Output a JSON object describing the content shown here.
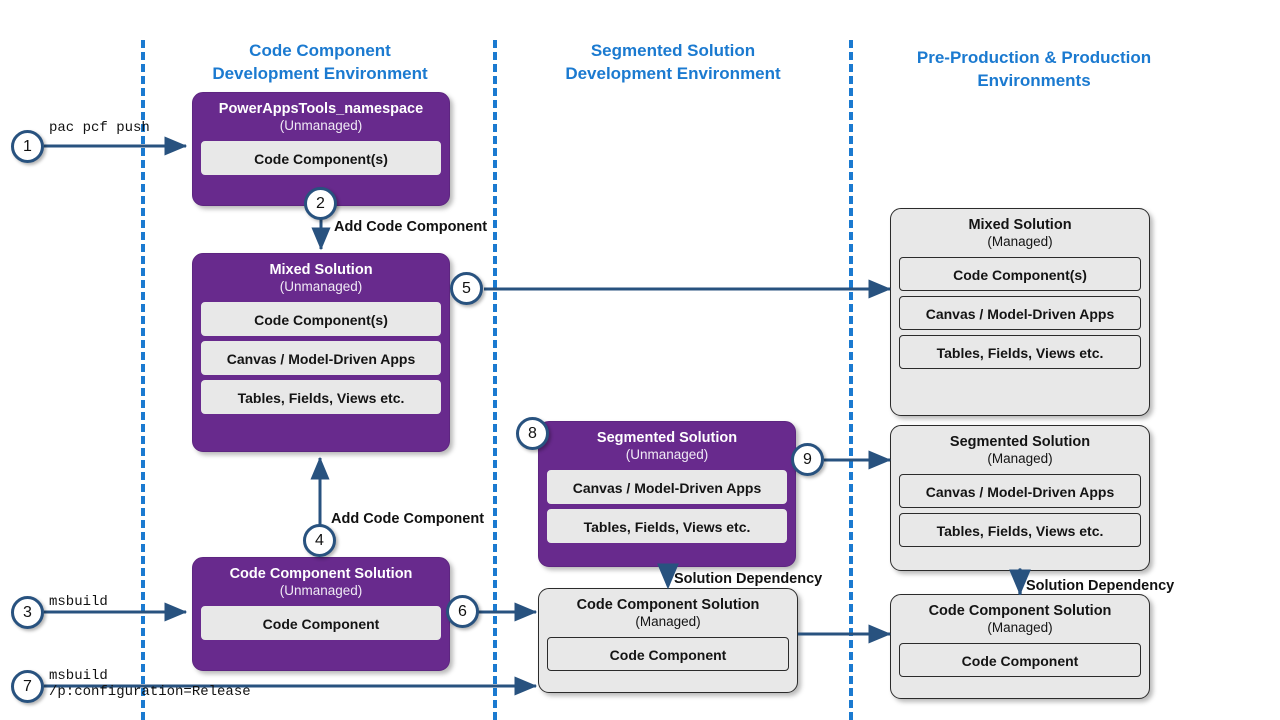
{
  "lanes": [
    {
      "id": "code-component-dev",
      "title_line1": "Code Component",
      "title_line2": "Development Environment"
    },
    {
      "id": "segmented-solution-dev",
      "title_line1": "Segmented Solution",
      "title_line2": "Development Environment"
    },
    {
      "id": "preprod-prod",
      "title_line1": "Pre-Production & Production",
      "title_line2": "Environments"
    }
  ],
  "boxes": {
    "powerappstools": {
      "title": "PowerAppsTools_namespace",
      "subtitle": "(Unmanaged)",
      "items": [
        "Code Component(s)"
      ]
    },
    "mixed_unmanaged": {
      "title": "Mixed Solution",
      "subtitle": "(Unmanaged)",
      "items": [
        "Code Component(s)",
        "Canvas / Model-Driven Apps",
        "Tables, Fields, Views etc."
      ]
    },
    "code_component_solution_unmanaged": {
      "title": "Code Component Solution",
      "subtitle": "(Unmanaged)",
      "items": [
        "Code Component"
      ]
    },
    "segmented_unmanaged": {
      "title": "Segmented Solution",
      "subtitle": "(Unmanaged)",
      "items": [
        "Canvas / Model-Driven Apps",
        "Tables, Fields, Views etc."
      ]
    },
    "code_component_solution_managed_mid": {
      "title": "Code Component Solution",
      "subtitle": "(Managed)",
      "items": [
        "Code Component"
      ]
    },
    "mixed_managed": {
      "title": "Mixed Solution",
      "subtitle": "(Managed)",
      "items": [
        "Code Component(s)",
        "Canvas / Model-Driven Apps",
        "Tables, Fields, Views etc."
      ]
    },
    "segmented_managed": {
      "title": "Segmented Solution",
      "subtitle": "(Managed)",
      "items": [
        "Canvas / Model-Driven Apps",
        "Tables, Fields, Views etc."
      ]
    },
    "code_component_solution_managed_right": {
      "title": "Code Component Solution",
      "subtitle": "(Managed)",
      "items": [
        "Code Component"
      ]
    }
  },
  "steps": [
    {
      "n": "1"
    },
    {
      "n": "2"
    },
    {
      "n": "3"
    },
    {
      "n": "4"
    },
    {
      "n": "5"
    },
    {
      "n": "6"
    },
    {
      "n": "7"
    },
    {
      "n": "8"
    },
    {
      "n": "9"
    }
  ],
  "labels": {
    "pac_pcf_push": "pac pcf push",
    "add_code_component_top": "Add Code Component",
    "add_code_component_bottom": "Add Code Component",
    "msbuild": "msbuild",
    "msbuild_release_line1": "msbuild",
    "msbuild_release_line2": "/p:configuration=Release",
    "solution_dependency_mid": "Solution Dependency",
    "solution_dependency_right": "Solution Dependency"
  },
  "colors": {
    "accent_blue": "#1b7ad0",
    "solution_purple": "#682a8d",
    "managed_gray": "#e8e8e8",
    "arrow_navy": "#28527f",
    "text_dark": "#111111"
  }
}
